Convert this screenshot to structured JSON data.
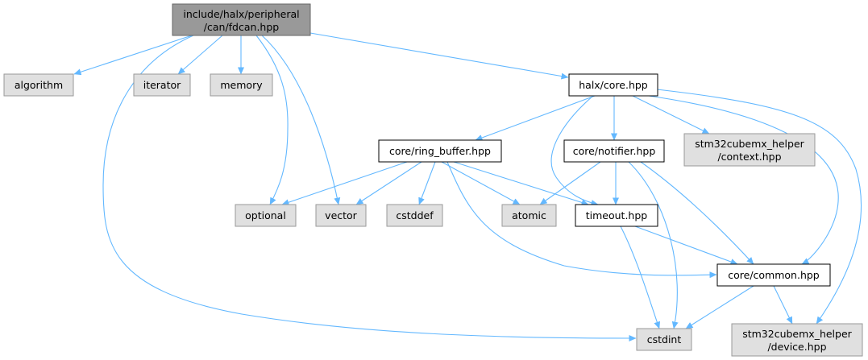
{
  "colors": {
    "root_fill": "#999999",
    "root_stroke": "#666666",
    "system_fill": "#e0e0e0",
    "system_stroke": "#999999",
    "local_fill": "#ffffff",
    "local_stroke": "#000000",
    "edge": "#63b8ff"
  },
  "nodes": {
    "root": {
      "lines": [
        "include/halx/peripheral",
        "/can/fdcan.hpp"
      ],
      "kind": "root"
    },
    "algorithm": {
      "lines": [
        "algorithm"
      ],
      "kind": "system"
    },
    "iterator": {
      "lines": [
        "iterator"
      ],
      "kind": "system"
    },
    "memory": {
      "lines": [
        "memory"
      ],
      "kind": "system"
    },
    "halx_core": {
      "lines": [
        "halx/core.hpp"
      ],
      "kind": "local"
    },
    "ring_buffer": {
      "lines": [
        "core/ring_buffer.hpp"
      ],
      "kind": "local"
    },
    "notifier": {
      "lines": [
        "core/notifier.hpp"
      ],
      "kind": "local"
    },
    "context": {
      "lines": [
        "stm32cubemx_helper",
        "/context.hpp"
      ],
      "kind": "system"
    },
    "optional": {
      "lines": [
        "optional"
      ],
      "kind": "system"
    },
    "vector": {
      "lines": [
        "vector"
      ],
      "kind": "system"
    },
    "cstddef": {
      "lines": [
        "cstddef"
      ],
      "kind": "system"
    },
    "atomic": {
      "lines": [
        "atomic"
      ],
      "kind": "system"
    },
    "timeout": {
      "lines": [
        "timeout.hpp"
      ],
      "kind": "local"
    },
    "common": {
      "lines": [
        "core/common.hpp"
      ],
      "kind": "local"
    },
    "cstdint": {
      "lines": [
        "cstdint"
      ],
      "kind": "system"
    },
    "device": {
      "lines": [
        "stm32cubemx_helper",
        "/device.hpp"
      ],
      "kind": "system"
    }
  },
  "edges": [
    [
      "root",
      "algorithm"
    ],
    [
      "root",
      "iterator"
    ],
    [
      "root",
      "memory"
    ],
    [
      "root",
      "halx_core"
    ],
    [
      "root",
      "optional"
    ],
    [
      "root",
      "vector"
    ],
    [
      "root",
      "cstdint"
    ],
    [
      "halx_core",
      "ring_buffer"
    ],
    [
      "halx_core",
      "notifier"
    ],
    [
      "halx_core",
      "context"
    ],
    [
      "halx_core",
      "timeout"
    ],
    [
      "halx_core",
      "common"
    ],
    [
      "halx_core",
      "device"
    ],
    [
      "ring_buffer",
      "optional"
    ],
    [
      "ring_buffer",
      "vector"
    ],
    [
      "ring_buffer",
      "cstddef"
    ],
    [
      "ring_buffer",
      "atomic"
    ],
    [
      "ring_buffer",
      "timeout"
    ],
    [
      "ring_buffer",
      "common"
    ],
    [
      "notifier",
      "atomic"
    ],
    [
      "notifier",
      "timeout"
    ],
    [
      "notifier",
      "common"
    ],
    [
      "notifier",
      "cstdint"
    ],
    [
      "timeout",
      "common"
    ],
    [
      "timeout",
      "cstdint"
    ],
    [
      "common",
      "cstdint"
    ],
    [
      "common",
      "device"
    ]
  ]
}
